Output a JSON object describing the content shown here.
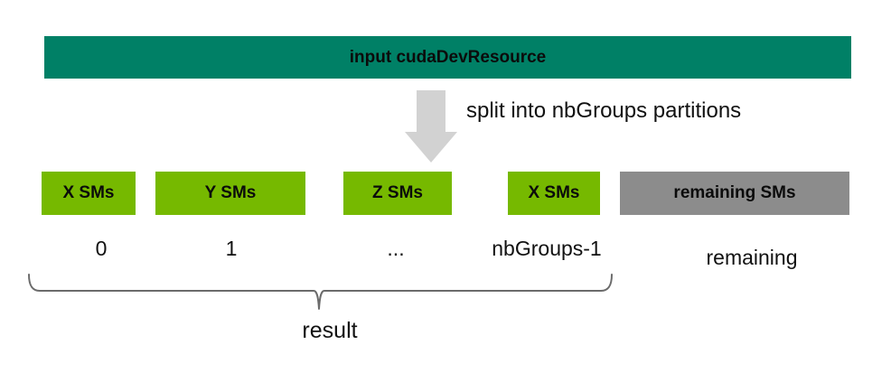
{
  "diagram": {
    "input_bar": {
      "label": "input cudaDevResource",
      "color": "#008066"
    },
    "arrow": {
      "annotation": "split into nbGroups partitions",
      "color": "#d2d2d2"
    },
    "partitions": [
      {
        "label": "X SMs",
        "index_label": "0",
        "color": "#76b900"
      },
      {
        "label": "Y SMs",
        "index_label": "1",
        "color": "#76b900"
      },
      {
        "label": "Z SMs",
        "index_label": "...",
        "color": "#76b900"
      },
      {
        "label": "X SMs",
        "index_label": "nbGroups-1",
        "color": "#76b900"
      },
      {
        "label": "remaining SMs",
        "index_label": "remaining",
        "color": "#8c8c8c"
      }
    ],
    "result_brace_label": "result"
  }
}
